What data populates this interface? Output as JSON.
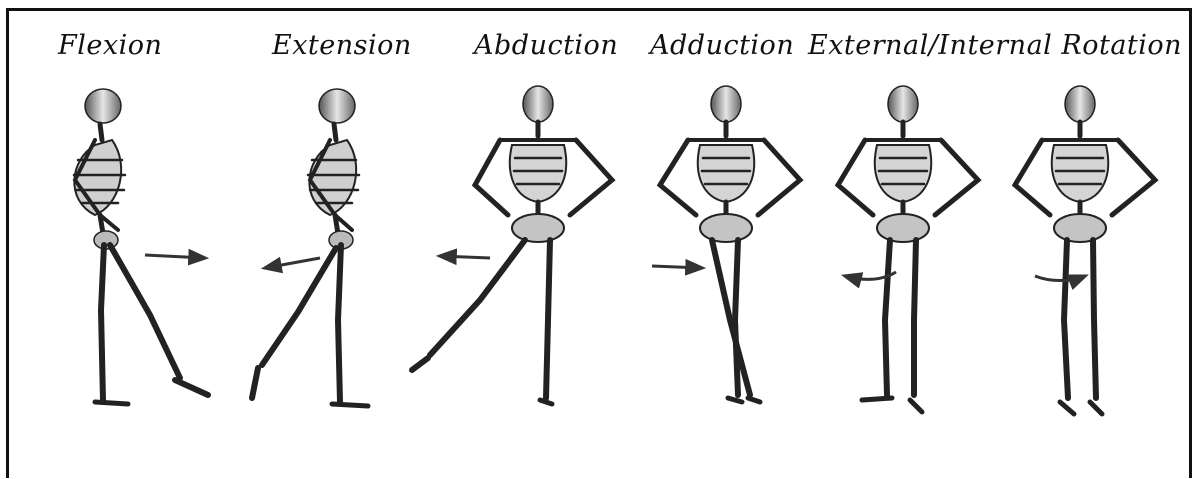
{
  "title": "",
  "panels": [
    {
      "label": "Flexion",
      "view": "side",
      "leg_motion": "forward",
      "arrow": "right"
    },
    {
      "label": "Extension",
      "view": "side",
      "leg_motion": "backward",
      "arrow": "left"
    },
    {
      "label": "Abduction",
      "view": "front",
      "leg_motion": "outward",
      "arrow": "left"
    },
    {
      "label": "Adduction",
      "view": "front",
      "leg_motion": "across midline",
      "arrow": "right"
    },
    {
      "label": "External/Internal Rotation",
      "view": "front",
      "leg_motion": "rotate",
      "arrow": "curved-left"
    },
    {
      "label": "",
      "view": "front",
      "leg_motion": "rotate",
      "arrow": "curved-right"
    }
  ],
  "colors": {
    "ink": "#111111",
    "bone": "#d9d9d9",
    "bone_shade": "#6b6b6b",
    "border": "#111111"
  }
}
